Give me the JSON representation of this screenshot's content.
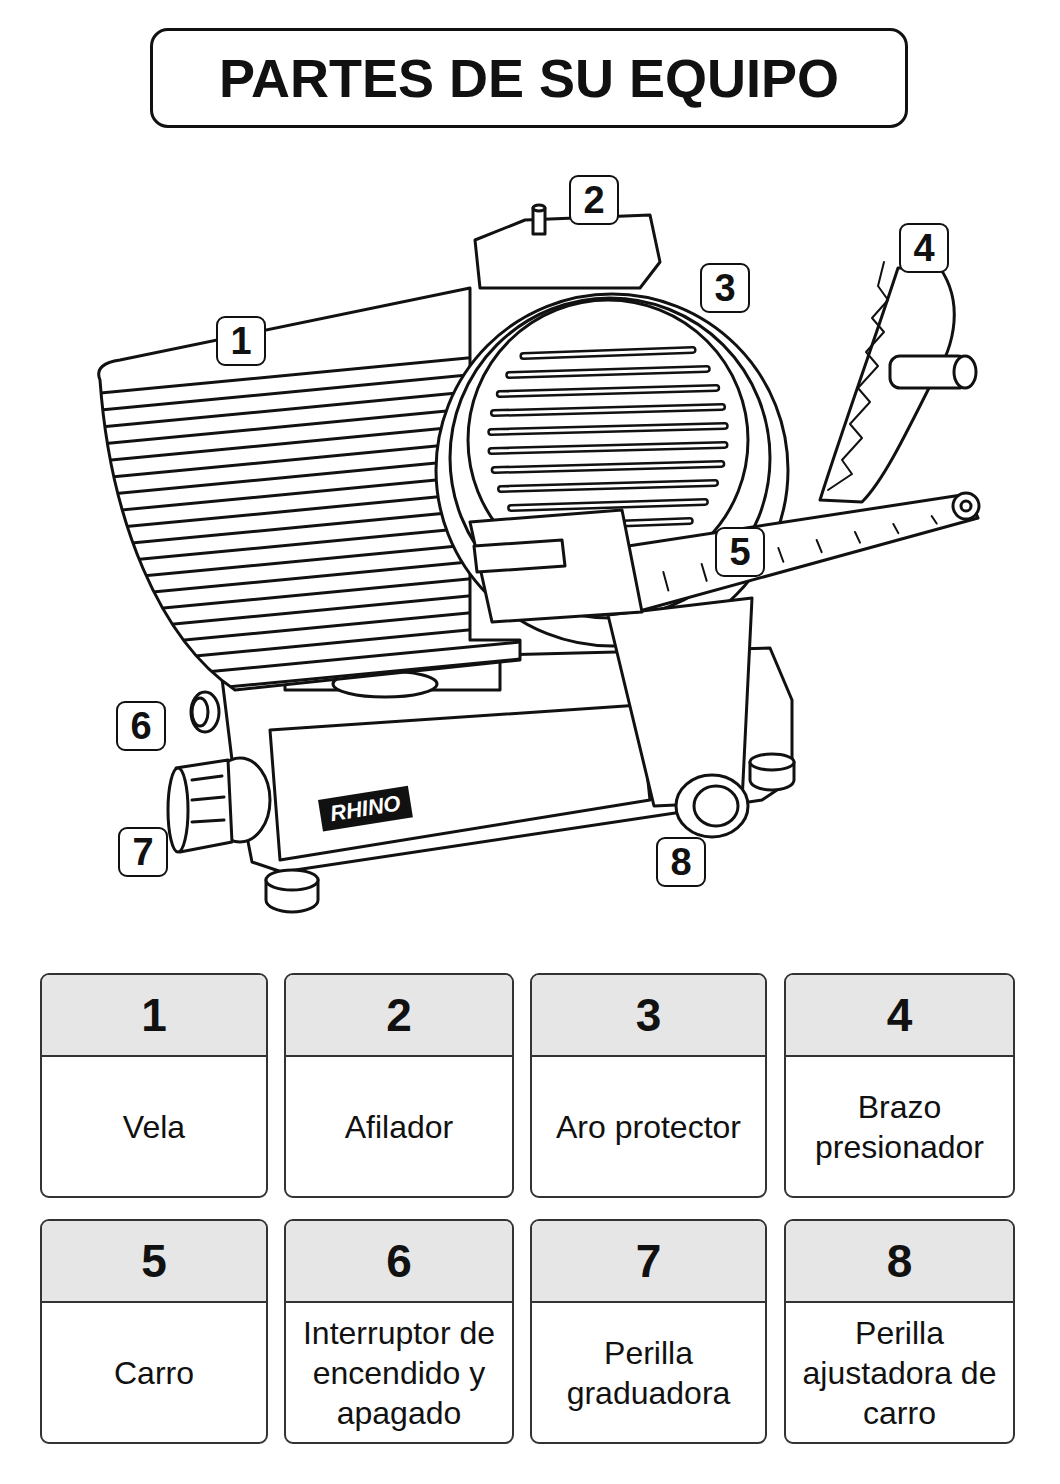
{
  "diagram": {
    "title": "PARTES DE SU EQUIPO",
    "nodes": [
      {
        "text": [
          "1"
        ]
      },
      {
        "text": [
          "2"
        ]
      },
      {
        "text": [
          "3"
        ]
      },
      {
        "text": [
          "4"
        ]
      },
      {
        "text": [
          "5"
        ]
      },
      {
        "text": [
          "6"
        ]
      },
      {
        "text": [
          "7"
        ]
      },
      {
        "text": [
          "8"
        ]
      },
      {
        "text": [
          "1",
          "Vela"
        ]
      },
      {
        "text": [
          "2",
          "Afilador"
        ]
      },
      {
        "text": [
          "3",
          "Aro protector"
        ]
      },
      {
        "text": [
          "4",
          "Brazo presionador"
        ]
      },
      {
        "text": [
          "5",
          "Carro"
        ]
      },
      {
        "text": [
          "6",
          "Interruptor de encendido y apagado"
        ]
      },
      {
        "text": [
          "7",
          "Perilla graduadora"
        ]
      },
      {
        "text": [
          "8",
          "Perilla ajustadora de carro"
        ]
      }
    ],
    "labels": [
      "RHINO"
    ]
  }
}
